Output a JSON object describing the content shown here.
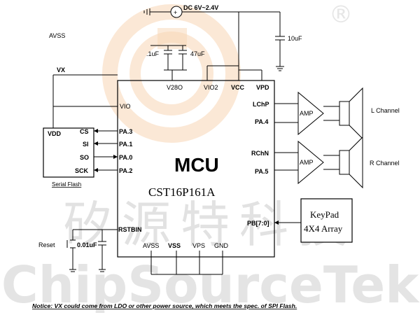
{
  "watermark": {
    "cn_text": "矽源特科技",
    "en_text": "ChipSourceTek",
    "registered_mark": "®",
    "logo_color": "#f5c9a0",
    "text_color": "#d0d0d0"
  },
  "supply": {
    "dc_label": "DC 6V~2.4V",
    "cap_10": "10uF"
  },
  "labels": {
    "avss_top": "AVSS",
    "vx": "VX",
    "cap_01": ".1uF",
    "cap_47": "47uF",
    "reset": "Reset",
    "reset_cap": "0.01uF"
  },
  "mcu": {
    "title": "MCU",
    "part": "CST16P161A",
    "pins": {
      "v28o": "V28O",
      "vio2": "VIO2",
      "vcc": "VCC",
      "vpd": "VPD",
      "vio": "VIO",
      "pa3": "PA.3",
      "pa1": "PA.1",
      "pa0": "PA.0",
      "pa2": "PA.2",
      "lchp": "LChP",
      "pa4": "PA.4",
      "rchn": "RChN",
      "pa5": "PA.5",
      "pb": "PB[7:0]",
      "rstbin": "RSTBIN",
      "avss": "AVSS",
      "vss": "VSS",
      "vps": "VPS",
      "gnd": "GND"
    }
  },
  "flash": {
    "caption": "Serial Flash",
    "vdd": "VDD",
    "cs": "CS",
    "si": "SI",
    "so": "SO",
    "sck": "SCK"
  },
  "amp": {
    "label": "AMP",
    "l_channel": "L Channel",
    "r_channel": "R Channel"
  },
  "keypad": {
    "line1": "KeyPad",
    "line2": "4X4 Array"
  },
  "notice": "Notice: VX could come from LDO or other power source, which meets the spec. of SPI Flash."
}
